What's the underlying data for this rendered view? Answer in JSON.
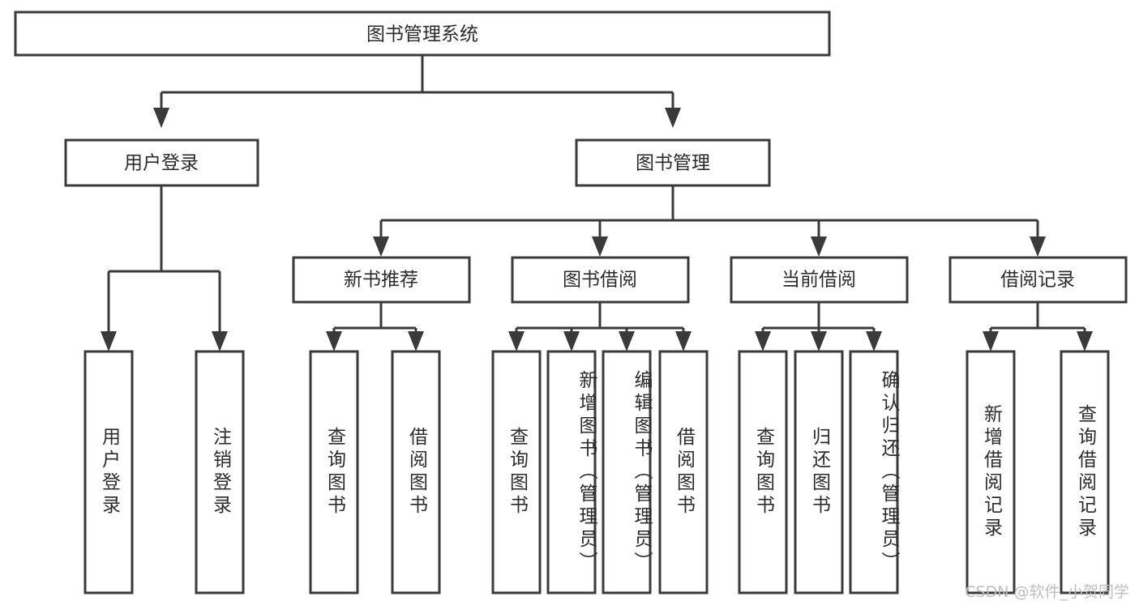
{
  "diagram": {
    "title": "图书管理系统",
    "type": "tree-hierarchy",
    "orientation": "top-down",
    "colors": {
      "background": "#ffffff",
      "box_fill": "#ffffff",
      "box_stroke": "#3a3a3a",
      "connector": "#3a3a3a",
      "text": "#2b2b2b",
      "watermark": "#bdbdbd"
    },
    "root": {
      "label": "图书管理系统"
    },
    "level2": [
      {
        "label": "用户登录"
      },
      {
        "label": "图书管理"
      }
    ],
    "level3": [
      {
        "label": "新书推荐"
      },
      {
        "label": "图书借阅"
      },
      {
        "label": "当前借阅"
      },
      {
        "label": "借阅记录"
      }
    ],
    "leaves": {
      "user_login": [
        {
          "label": "用户登录"
        },
        {
          "label": "注销登录"
        }
      ],
      "new_book_recommend": [
        {
          "label": "查询图书"
        },
        {
          "label": "借阅图书"
        }
      ],
      "book_borrow": [
        {
          "label": "查询图书"
        },
        {
          "label": "新增图书（管理员）"
        },
        {
          "label": "编辑图书（管理员）"
        },
        {
          "label": "借阅图书"
        }
      ],
      "current_borrow": [
        {
          "label": "查询图书"
        },
        {
          "label": "归还图书"
        },
        {
          "label": "确认归还（管理员）"
        }
      ],
      "borrow_record": [
        {
          "label": "新增借阅记录"
        },
        {
          "label": "查询借阅记录"
        }
      ]
    }
  },
  "watermark": {
    "text": "CSDN @软件_小贺同学"
  }
}
